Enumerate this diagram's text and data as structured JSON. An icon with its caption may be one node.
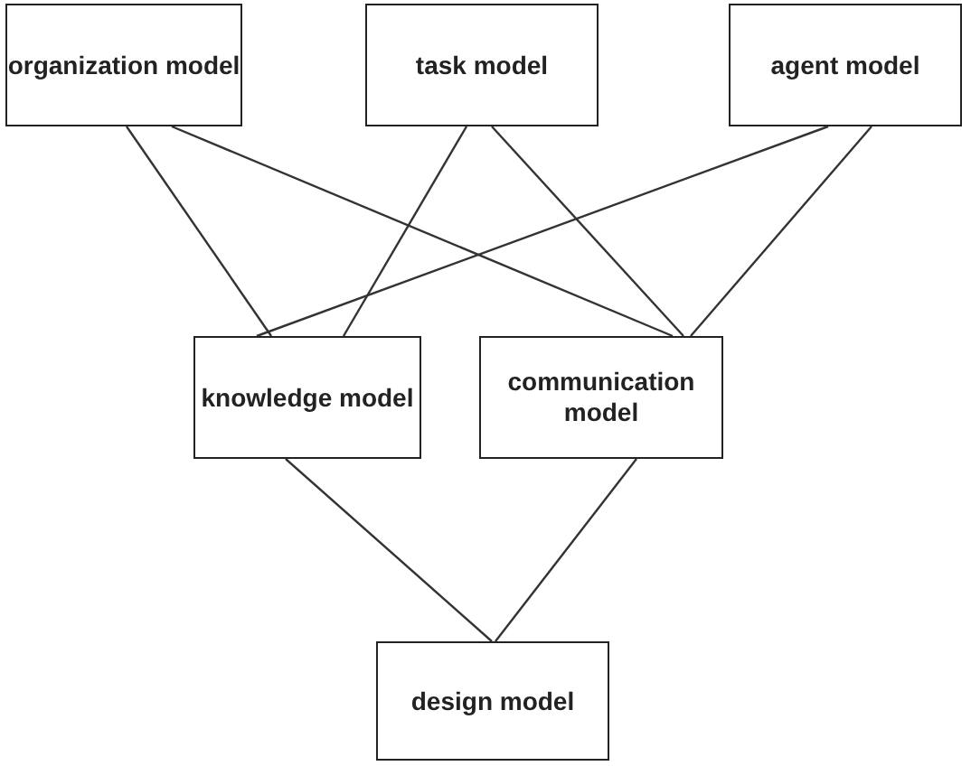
{
  "diagram": {
    "nodes": [
      {
        "text": [
          "organization model"
        ]
      },
      {
        "text": [
          "task model"
        ]
      },
      {
        "text": [
          "agent model"
        ]
      },
      {
        "text": [
          "knowledge model"
        ]
      },
      {
        "text": [
          "communication model"
        ]
      },
      {
        "text": [
          "design model"
        ]
      }
    ],
    "edges": [
      {
        "from": 0,
        "to": 3,
        "arrow": "none"
      },
      {
        "from": 0,
        "to": 4,
        "arrow": "none"
      },
      {
        "from": 1,
        "to": 3,
        "arrow": "none"
      },
      {
        "from": 1,
        "to": 4,
        "arrow": "none"
      },
      {
        "from": 2,
        "to": 3,
        "arrow": "none"
      },
      {
        "from": 2,
        "to": 4,
        "arrow": "none"
      },
      {
        "from": 3,
        "to": 5,
        "arrow": "none"
      },
      {
        "from": 4,
        "to": 5,
        "arrow": "none"
      }
    ]
  }
}
